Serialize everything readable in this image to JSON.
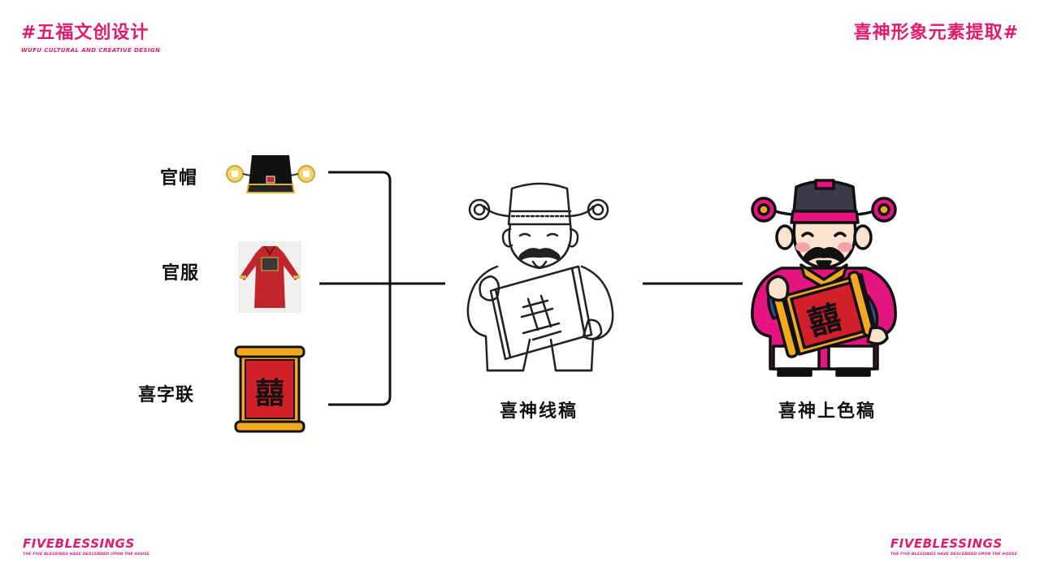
{
  "header": {
    "brand_title": "#五福文创设计",
    "brand_subtitle": "WUFU CULTURAL AND CREATIVE DESIGN",
    "section_title": "喜神形象元素提取#"
  },
  "elements": [
    {
      "label": "官帽",
      "icon": "official-hat"
    },
    {
      "label": "官服",
      "icon": "official-robe"
    },
    {
      "label": "喜字联",
      "icon": "xi-scroll"
    }
  ],
  "scroll_char": "囍",
  "sketch": {
    "caption": "喜神线稿",
    "icon": "pencil-sketch-figure"
  },
  "colored": {
    "caption": "喜神上色稿",
    "icon": "colored-figure"
  },
  "footer": {
    "left_title": "FIVEBLESSINGS",
    "left_subtitle": "THE FIVE BLESSINGS HAVE DESCENDED UPON THE HOUSE",
    "right_title": "FIVEBLESSINGS",
    "right_subtitle": "THE FIVE BLESSINGS HAVE DESCENDED UPON THE HOUSE"
  },
  "colors": {
    "accent": "#e2196d",
    "robe_red": "#c0262c",
    "colored_robe": "#e4157e",
    "gold": "#f2a922"
  }
}
